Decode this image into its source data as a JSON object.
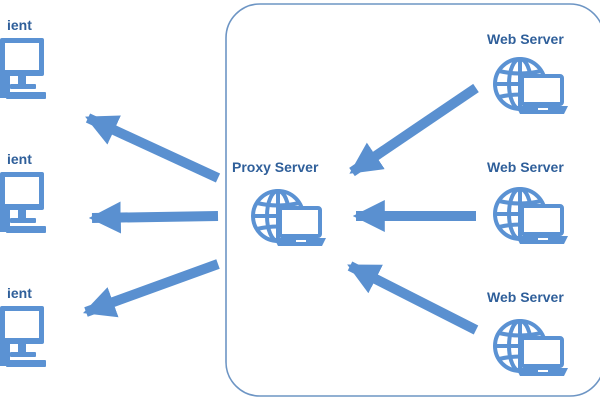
{
  "clients": [
    {
      "label": "ient"
    },
    {
      "label": "ient"
    },
    {
      "label": "ient"
    }
  ],
  "proxy": {
    "label": "Proxy Server"
  },
  "servers": [
    {
      "label": "Web Server"
    },
    {
      "label": "Web Server"
    },
    {
      "label": "Web Server"
    }
  ],
  "colors": {
    "primary": "#5b92d3",
    "dark": "#2f5f9a",
    "frame": "#6d95c4",
    "arrow": "#5a90d0",
    "background": "#ffffff"
  },
  "icons": {
    "client": "desktop-computer-icon",
    "server": "globe-laptop-icon",
    "proxy": "globe-laptop-icon"
  }
}
